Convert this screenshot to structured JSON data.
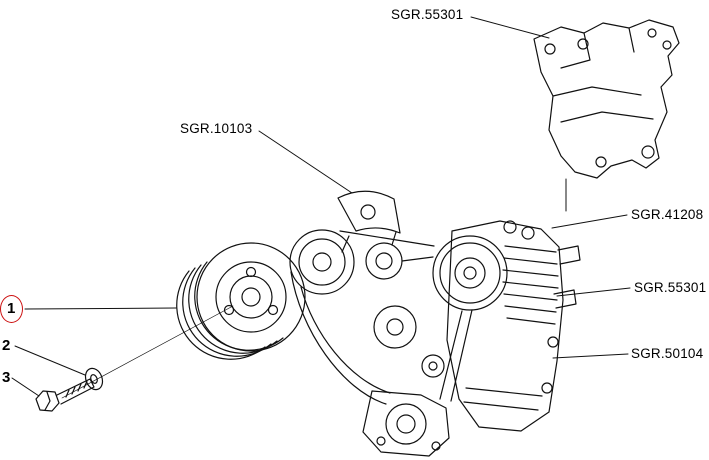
{
  "diagram": {
    "colors": {
      "background": "#ffffff",
      "line": "#111111",
      "highlight": "#cc1111"
    },
    "part_labels": [
      {
        "text": "SGR.55301"
      },
      {
        "text": "SGR.10103"
      },
      {
        "text": "SGR.41208"
      },
      {
        "text": "SGR.55301"
      },
      {
        "text": "SGR.50104"
      }
    ],
    "item_numbers": [
      {
        "text": "1",
        "highlighted": true
      },
      {
        "text": "2",
        "highlighted": false
      },
      {
        "text": "3",
        "highlighted": false
      }
    ]
  }
}
